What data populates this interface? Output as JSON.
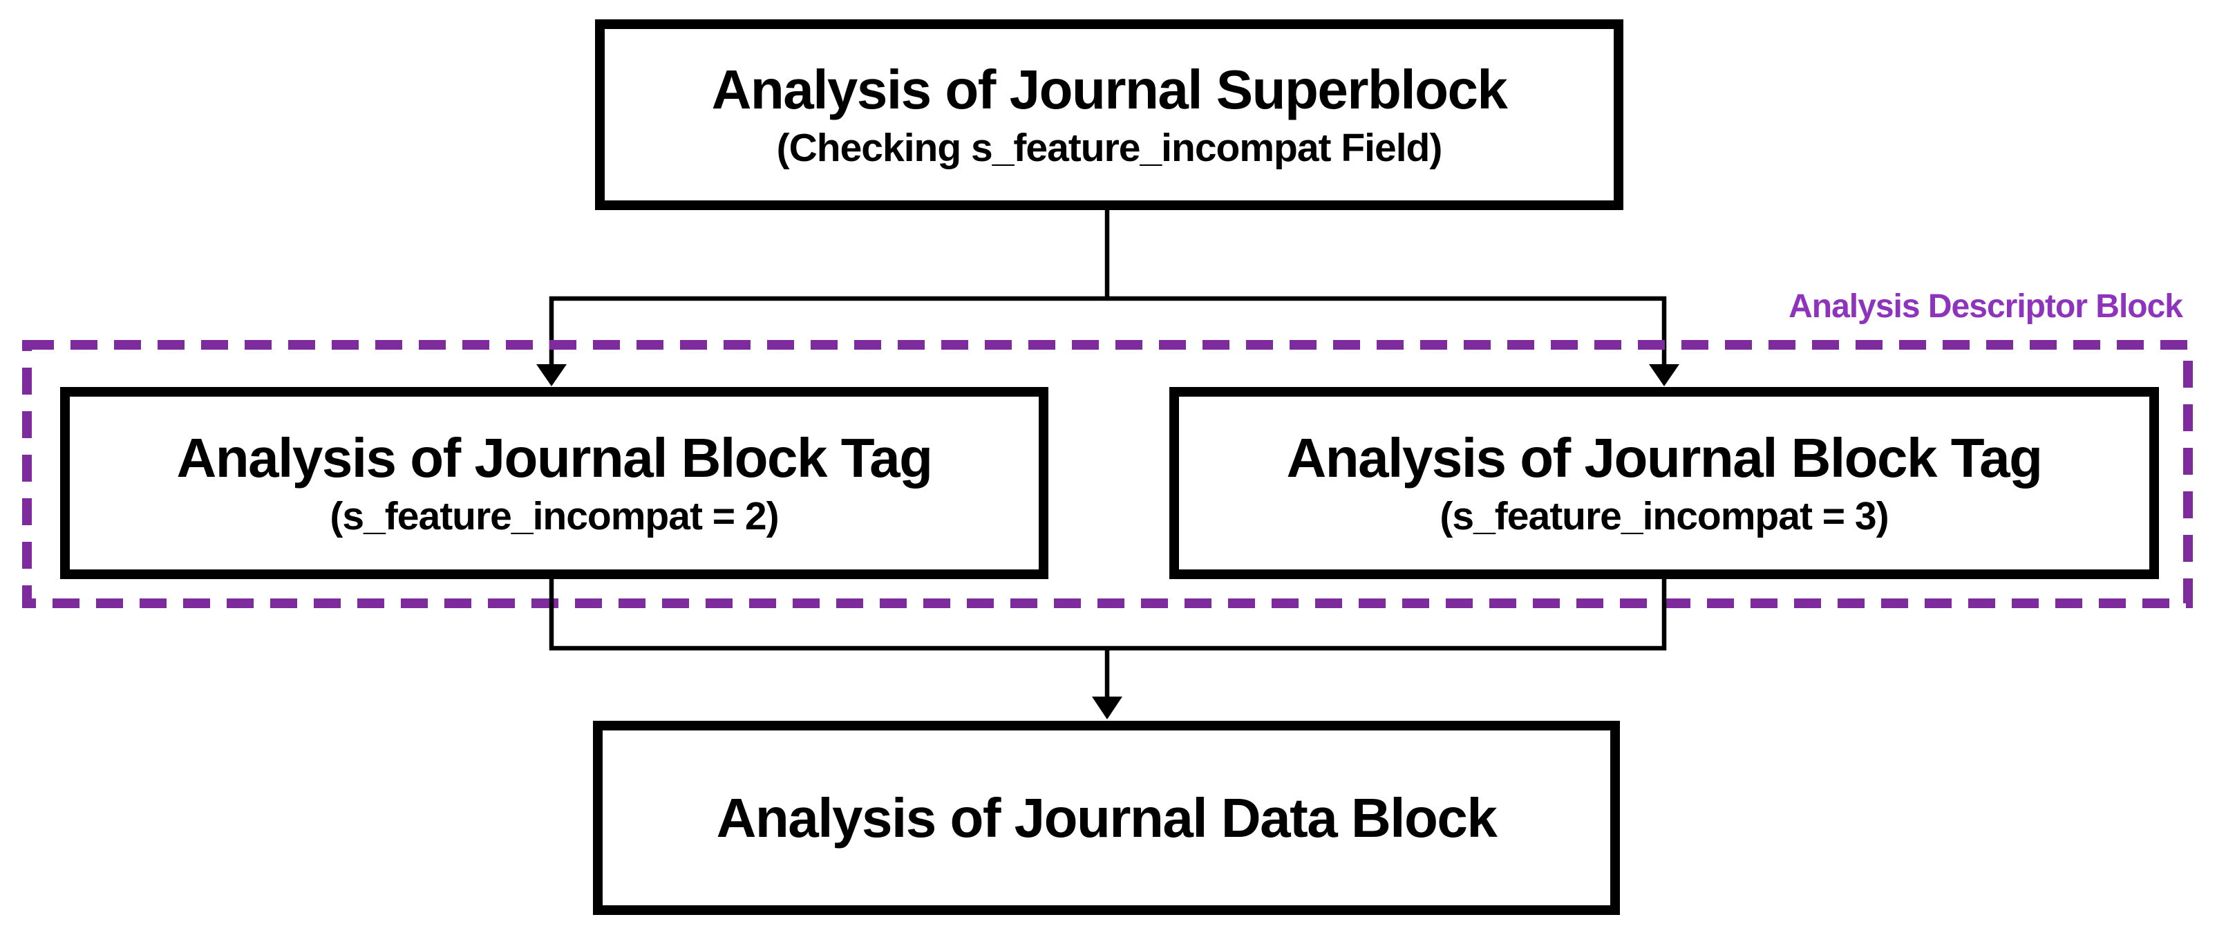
{
  "figure": {
    "colors": {
      "background": "#ffffff",
      "line": "#000000",
      "box_border": "#000000",
      "text": "#000000",
      "descriptor_border": "#7d2b9d",
      "descriptor_label": "#8e33bb"
    },
    "nodes": {
      "superblock": {
        "title": "Analysis of Journal Superblock",
        "subtitle": "(Checking s_feature_incompat Field)"
      },
      "block_tag_2": {
        "title": "Analysis of Journal Block Tag",
        "subtitle": "(s_feature_incompat = 2)"
      },
      "block_tag_3": {
        "title": "Analysis of Journal Block Tag",
        "subtitle": "(s_feature_incompat = 3)"
      },
      "data_block": {
        "title": "Analysis of Journal Data Block"
      }
    },
    "group": {
      "label": "Analysis Descriptor Block"
    }
  }
}
